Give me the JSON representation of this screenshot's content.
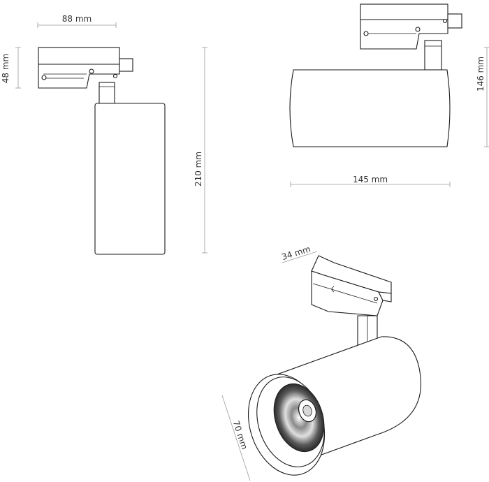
{
  "dimensions": {
    "front_width": "88 mm",
    "front_adapter_height": "48 mm",
    "front_total_height": "210 mm",
    "side_height": "146 mm",
    "side_length": "145 mm",
    "iso_adapter_width": "34 mm",
    "iso_diameter": "70 mm"
  },
  "colors": {
    "outline": "#1a1a1a",
    "dimension_line": "#9a9a9a",
    "text": "#333333"
  }
}
